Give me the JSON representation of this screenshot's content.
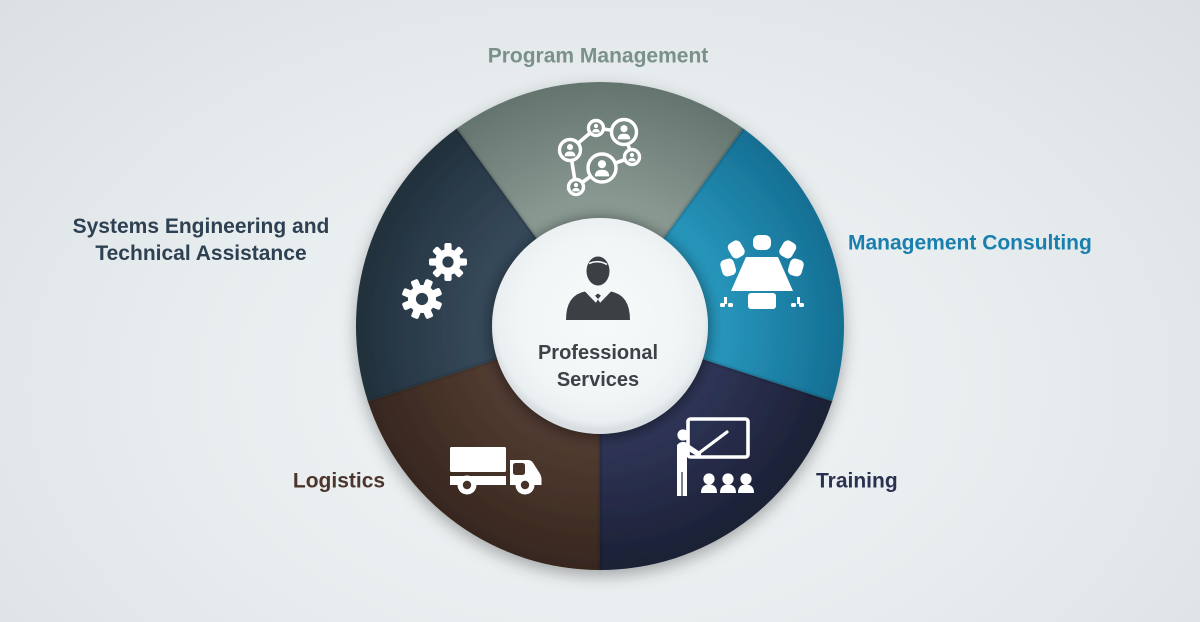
{
  "center": {
    "label": "Professional Services",
    "icon": "businessman-icon",
    "bg_color": "#f3f7f8",
    "icon_color": "#3c4045",
    "label_color": "#3e4247"
  },
  "segments": [
    {
      "id": "program-management",
      "label": "Program Management",
      "icon": "team-network-icon",
      "color": "#798a84",
      "color_light": "#8a9a93",
      "color_dark": "#64746e",
      "label_color": "#7a908b"
    },
    {
      "id": "management-consulting",
      "label": "Management Consulting",
      "icon": "conference-table-icon",
      "color": "#1e87ad",
      "color_light": "#2795bb",
      "color_dark": "#156f93",
      "label_color": "#187fae"
    },
    {
      "id": "training",
      "label": "Training",
      "icon": "training-presentation-icon",
      "color": "#262c48",
      "color_light": "#2e3456",
      "color_dark": "#1b2034",
      "label_color": "#2b3150"
    },
    {
      "id": "logistics",
      "label": "Logistics",
      "icon": "delivery-truck-icon",
      "color": "#463229",
      "color_light": "#513b30",
      "color_dark": "#37271f",
      "label_color": "#4b352c"
    },
    {
      "id": "systems-engineering",
      "label": "Systems Engineering and Technical Assistance",
      "icon": "gears-icon",
      "color": "#2d3f4d",
      "color_light": "#36495a",
      "color_dark": "#22303c",
      "label_color": "#2e4152"
    }
  ]
}
